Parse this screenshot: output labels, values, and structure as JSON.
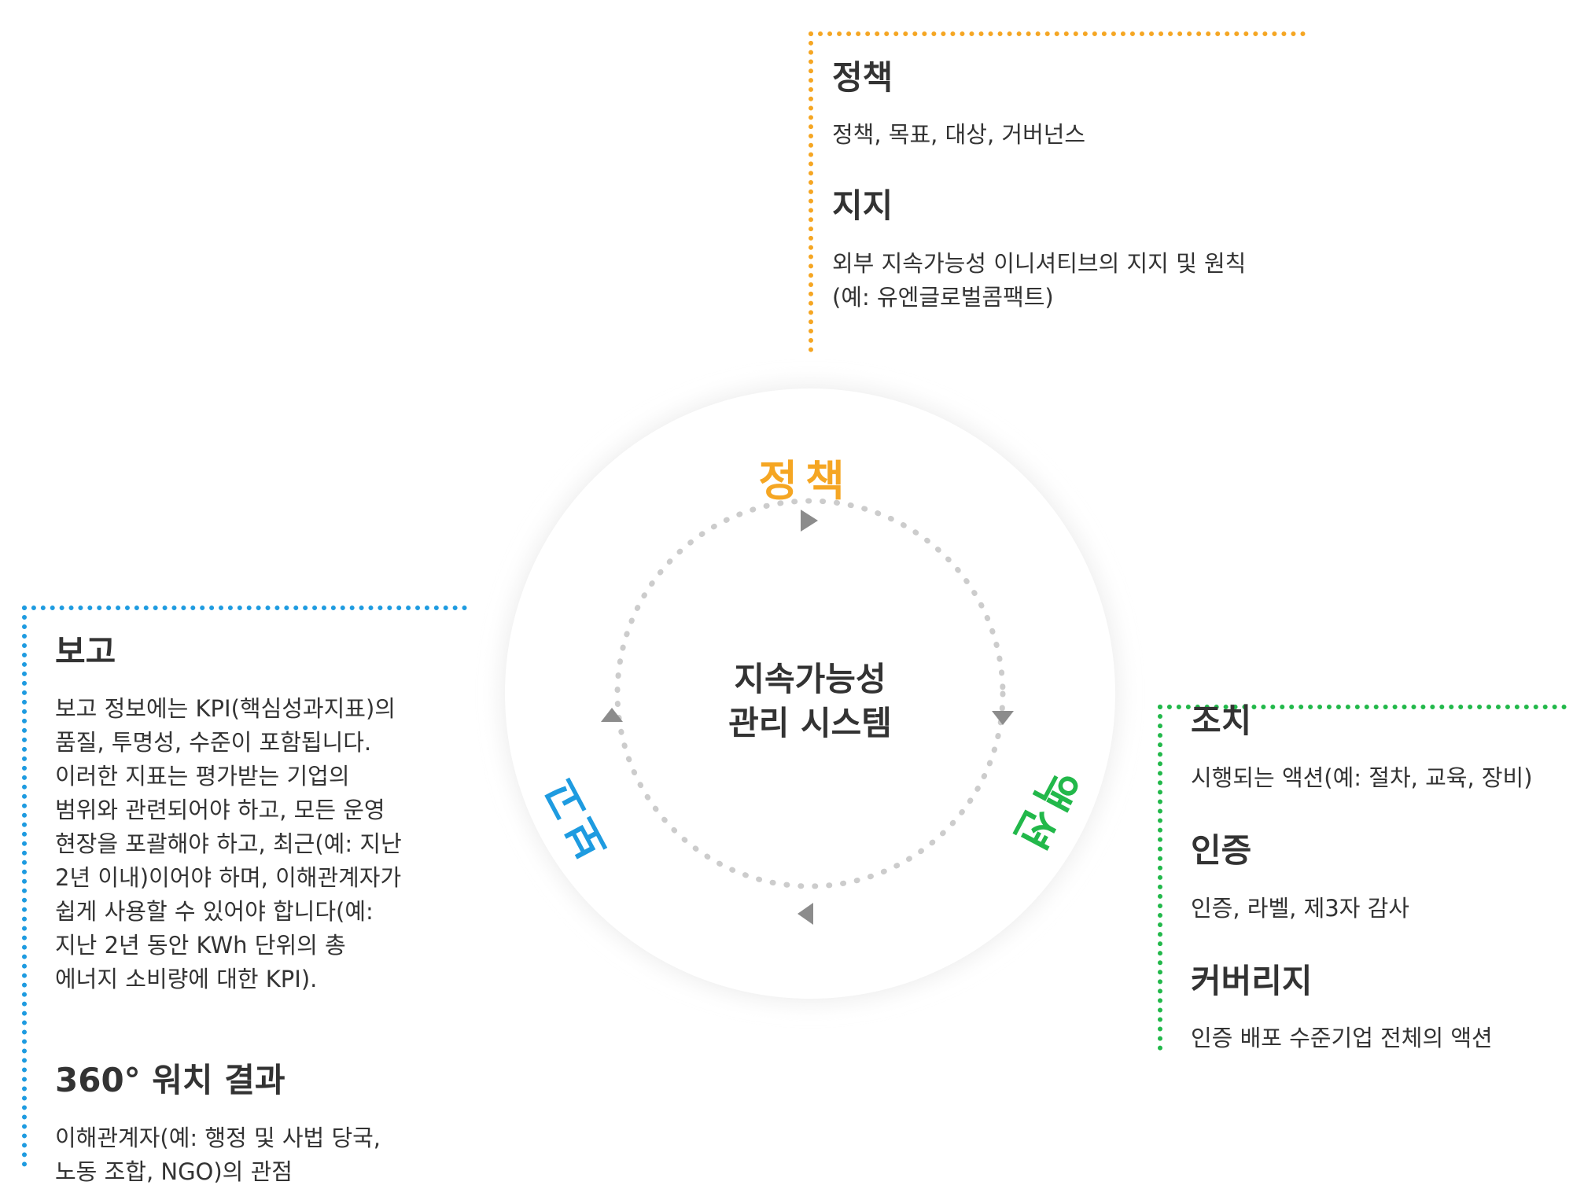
{
  "top_panel": {
    "sections": [
      {
        "title": "정책",
        "desc": "정책, 목표, 대상, 거버넌스"
      },
      {
        "title": "지지",
        "desc": "외부 지속가능성 이니셔티브의 지지 및 원칙\n(예: 유엔글로벌콤팩트)"
      }
    ]
  },
  "left_panel": {
    "sections": [
      {
        "title": "보고",
        "desc": "보고 정보에는 KPI(핵심성과지표)의\n품질, 투명성, 수준이 포함됩니다.\n이러한 지표는 평가받는 기업의\n범위와 관련되어야 하고, 모든 운영\n현장을 포괄해야 하고, 최근(예: 지난\n2년 이내)이어야 하며, 이해관계자가\n쉽게 사용할 수 있어야 합니다(예:\n지난 2년 동안 KWh 단위의 총\n에너지 소비량에 대한 KPI)."
      },
      {
        "title": "360° 워치 결과",
        "desc": "이해관계자(예: 행정 및 사법 당국,\n노동 조합, NGO)의 관점"
      }
    ]
  },
  "right_panel": {
    "sections": [
      {
        "title": "조치",
        "desc": "시행되는 액션(예: 절차, 교육, 장비)"
      },
      {
        "title": "인증",
        "desc": "인증, 라벨, 제3자 감사"
      },
      {
        "title": "커버리지",
        "desc": "인증 배포 수준기업 전체의 액션"
      }
    ]
  },
  "cycle": {
    "center_label": "지속가능성\n관리 시스템",
    "labels": {
      "top": "정책",
      "right": "액션",
      "left": "보고"
    },
    "colors": {
      "policy": "#F5A623",
      "action": "#22B84A",
      "report": "#1E9BE0",
      "arrow": "#8C8C8C",
      "ring": "#CCCCCC"
    }
  }
}
